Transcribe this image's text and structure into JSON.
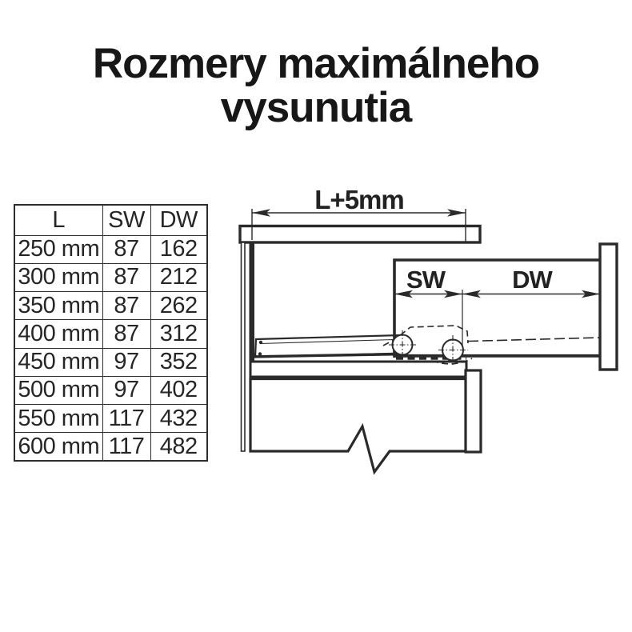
{
  "title": {
    "line1": "Rozmery maximálneho",
    "line2": "vysunutia"
  },
  "table": {
    "headers": [
      "L",
      "SW",
      "DW"
    ],
    "rows": [
      [
        "250 mm",
        "87",
        "162"
      ],
      [
        "300 mm",
        "87",
        "212"
      ],
      [
        "350 mm",
        "87",
        "262"
      ],
      [
        "400 mm",
        "87",
        "312"
      ],
      [
        "450 mm",
        "97",
        "352"
      ],
      [
        "500 mm",
        "97",
        "402"
      ],
      [
        "550 mm",
        "117",
        "432"
      ],
      [
        "600 mm",
        "117",
        "482"
      ]
    ]
  },
  "diagram": {
    "dimension_labels": {
      "cabinet_length": "L+5mm",
      "slide_width": "SW",
      "drawer_extension": "DW"
    }
  },
  "colors": {
    "ink": "#2a2a2a",
    "background": "#ffffff"
  }
}
